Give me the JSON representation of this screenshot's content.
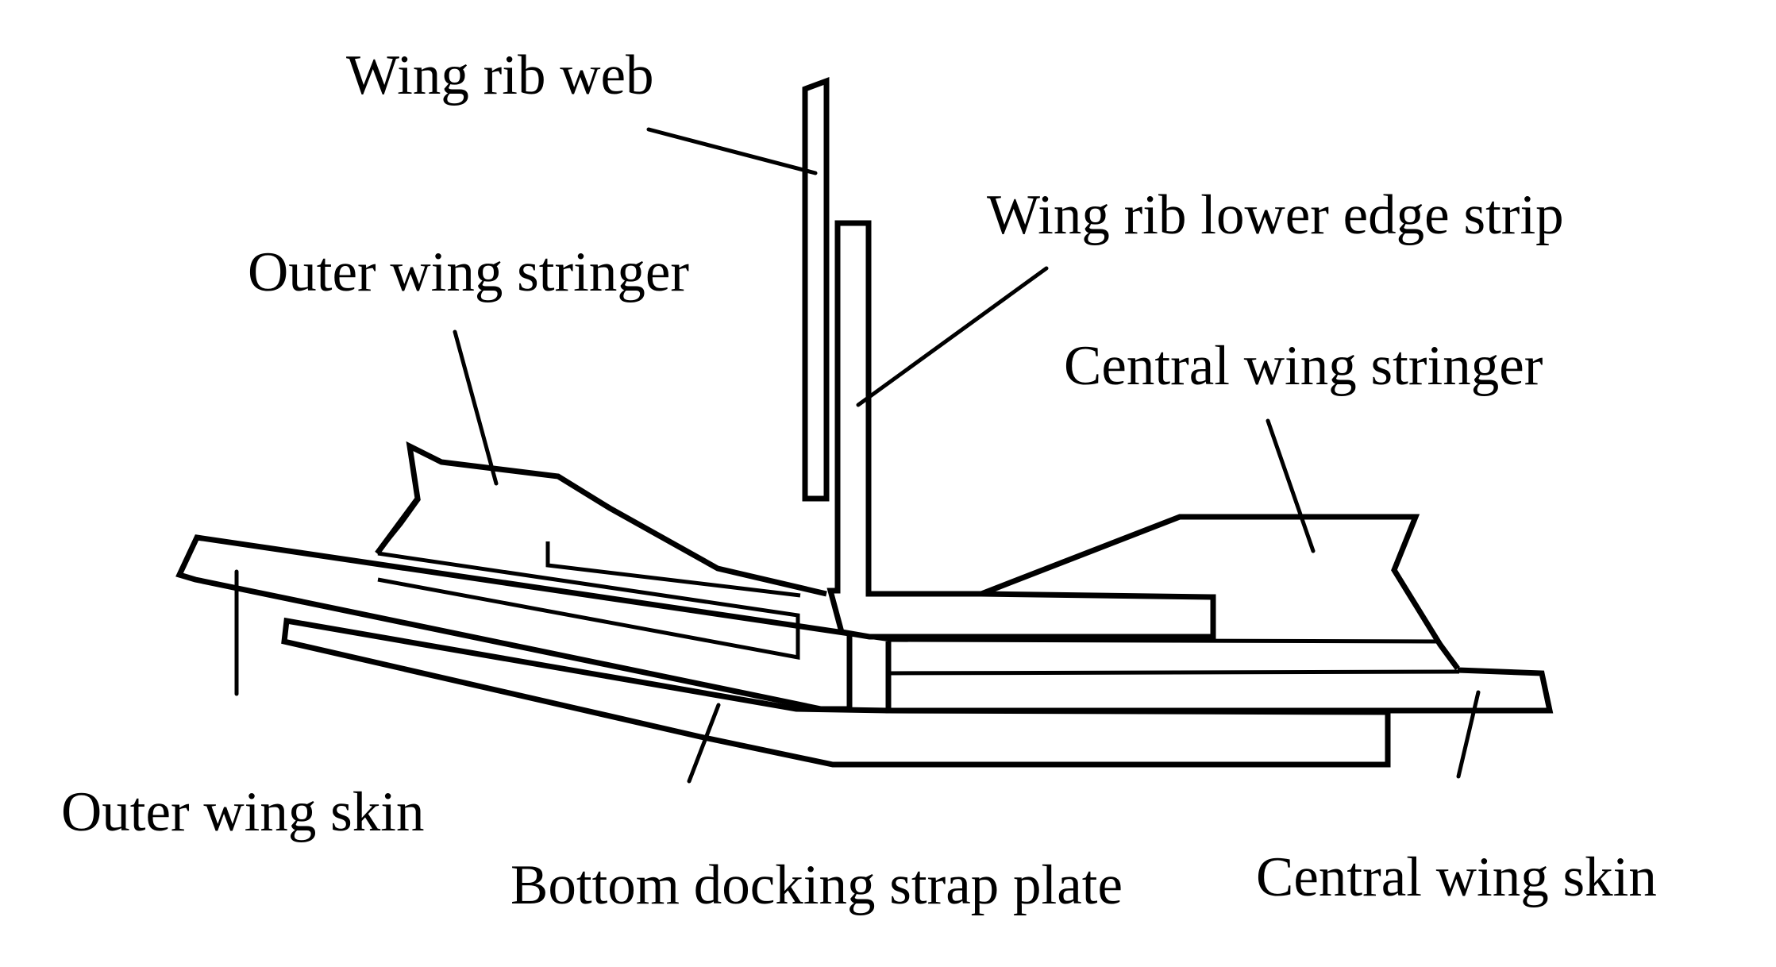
{
  "colors": {
    "background": "#ffffff",
    "stroke": "#000000"
  },
  "labels": {
    "wing_rib_web": "Wing rib web",
    "wing_rib_lower_edge_strip": "Wing rib lower edge strip",
    "outer_wing_stringer": "Outer wing stringer",
    "central_wing_stringer": "Central wing stringer",
    "outer_wing_skin": "Outer wing skin",
    "bottom_docking_strap_plate": "Bottom docking strap plate",
    "central_wing_skin": "Central wing skin"
  }
}
